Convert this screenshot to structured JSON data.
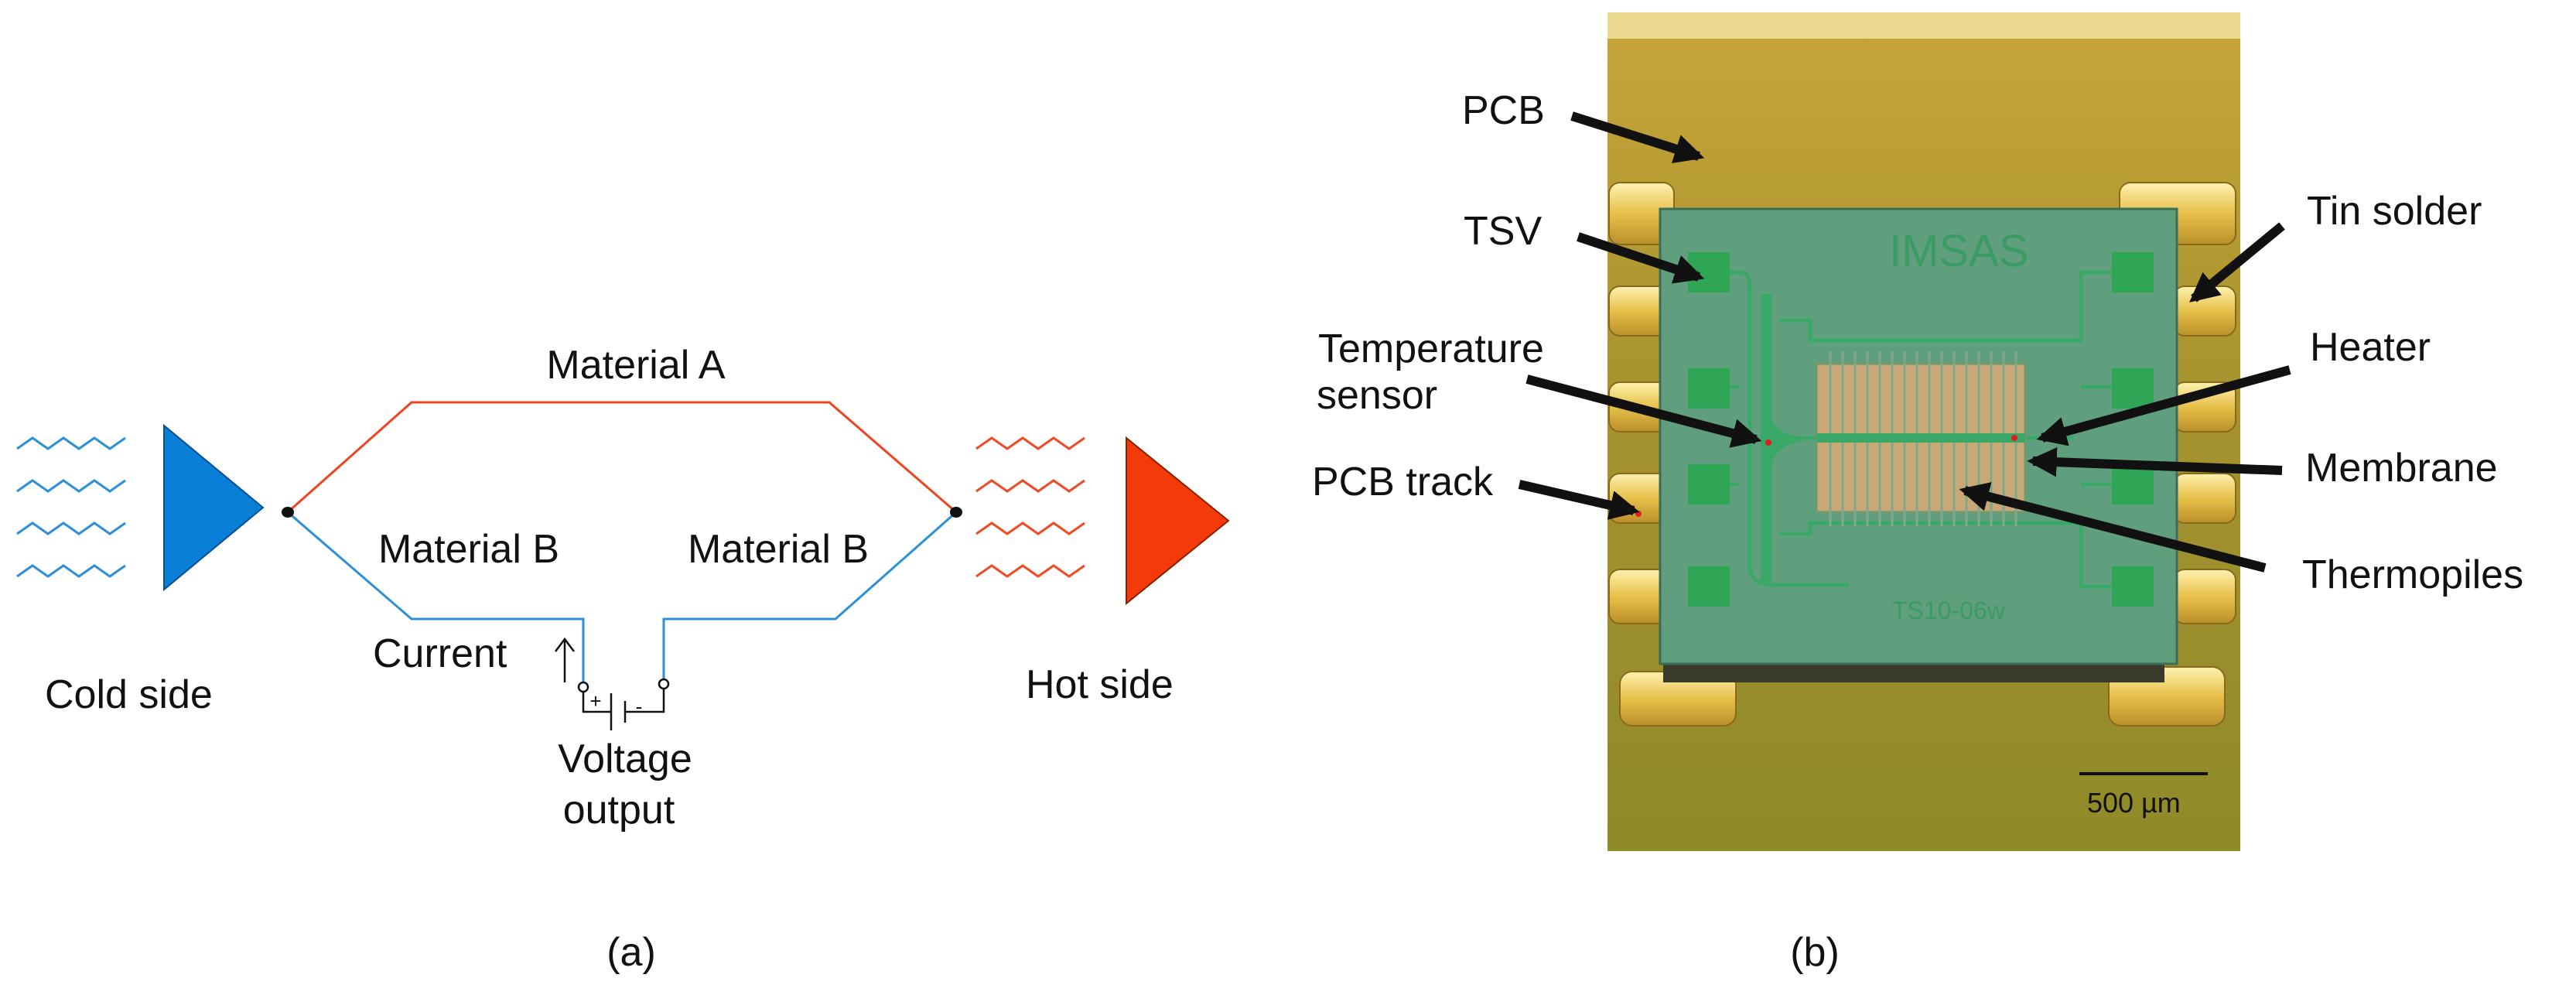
{
  "panel_a": {
    "caption": "(a)",
    "labels": {
      "material_a": "Material A",
      "material_b_left": "Material B",
      "material_b_right": "Material B",
      "current": "Current",
      "cold_side": "Cold side",
      "hot_side": "Hot side",
      "voltage_output_line1": "Voltage",
      "voltage_output_line2": "output",
      "plus": "+",
      "minus": "-"
    },
    "colors": {
      "cold": "#0a7fd8",
      "hot": "#f53a0a",
      "wire_a": "#ee4422",
      "wire_b": "#2d8fd8"
    }
  },
  "panel_b": {
    "caption": "(b)",
    "chip_text": {
      "brand": "IMSAS",
      "part": "TS10-06w"
    },
    "scale_bar": "500 µm",
    "callouts": {
      "pcb": "PCB",
      "tsv": "TSV",
      "temperature_sensor_line1": "Temperature",
      "temperature_sensor_line2": "sensor",
      "pcb_track": "PCB track",
      "tin_solder": "Tin solder",
      "heater": "Heater",
      "membrane": "Membrane",
      "thermopiles": "Thermopiles"
    },
    "colors": {
      "pcb": "#b09a2e",
      "chip": "#5f9f7e",
      "pad": "#2ea656",
      "gold": "#e8c24a"
    }
  }
}
